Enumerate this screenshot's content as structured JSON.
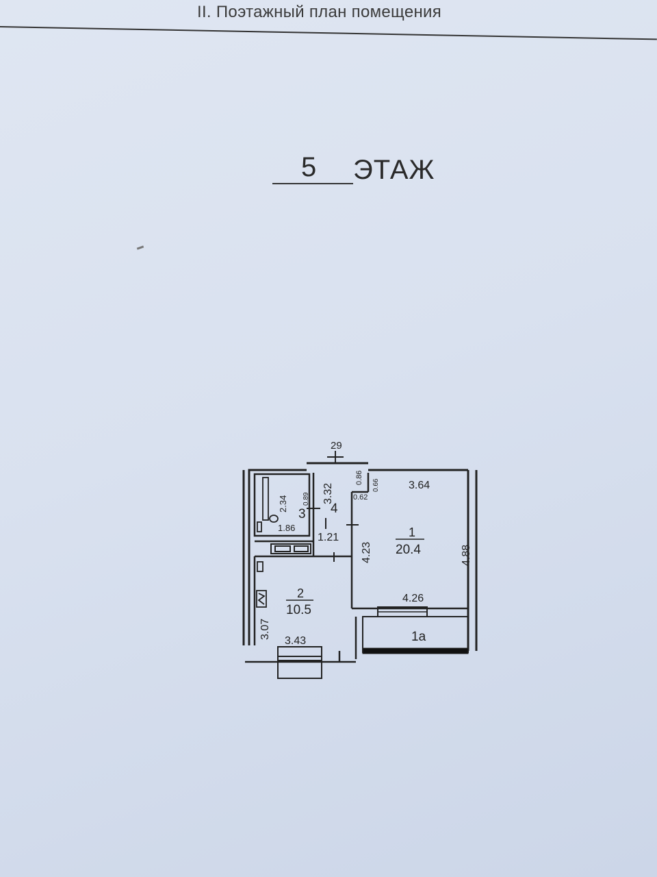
{
  "document": {
    "title": "II. Поэтажный план помещения",
    "floor_number": "5",
    "floor_label": "ЭТАЖ"
  },
  "plan": {
    "axis_label": "29",
    "rooms": [
      {
        "number": "1",
        "area": "20.4"
      },
      {
        "number": "2",
        "area": "10.5"
      },
      {
        "number": "3"
      },
      {
        "number": "4"
      },
      {
        "number": "1a"
      }
    ],
    "dimensions": {
      "room1_top": "3.64",
      "room1_right": "4.88",
      "room1_bottom": "4.26",
      "room1_left": "4.23",
      "room2_bottom": "3.43",
      "room2_left": "3.07",
      "bath_height": "2.34",
      "bath_width": "1.86",
      "bath_small": "0.89",
      "hall_height": "3.32",
      "hall_width": "1.21",
      "door_086": "0.86",
      "door_066": "0.66",
      "wall_062": "0.62"
    }
  }
}
